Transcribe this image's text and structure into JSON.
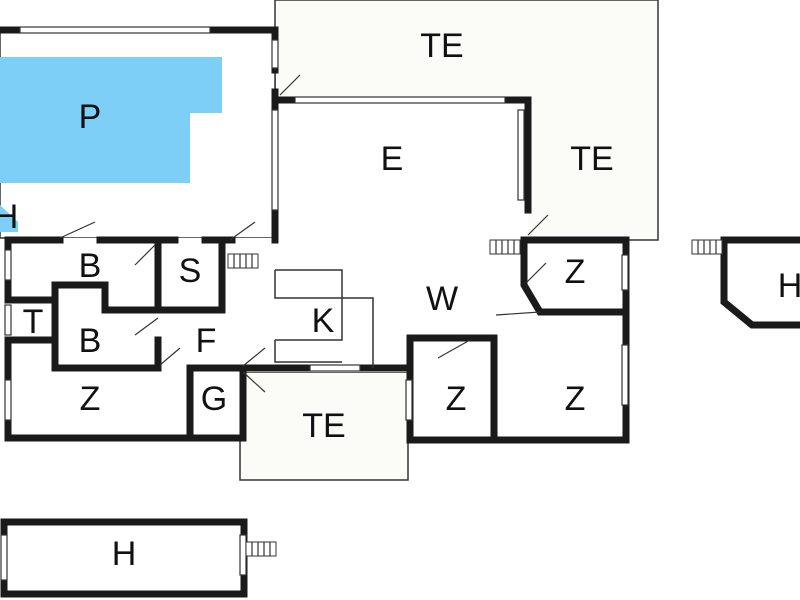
{
  "colors": {
    "pool": "#7ECFF7",
    "wall": "#1a1a1a",
    "terrace": "#fbfbf8",
    "background": "#ffffff"
  },
  "rooms": {
    "pool": "P",
    "terrace_top": "TE",
    "living": "E",
    "terrace_right": "TE",
    "pool_side_h": "H",
    "bath_upper": "B",
    "sauna": "S",
    "toilet": "T",
    "bath_lower": "B",
    "hallway": "F",
    "kitchen": "K",
    "living_room": "W",
    "bedroom_right_small": "Z",
    "bedroom_left": "Z",
    "garage": "G",
    "terrace_bottom": "TE",
    "bedroom_center": "Z",
    "bedroom_right": "Z",
    "annex_right": "H",
    "annex_bottom": "H"
  }
}
